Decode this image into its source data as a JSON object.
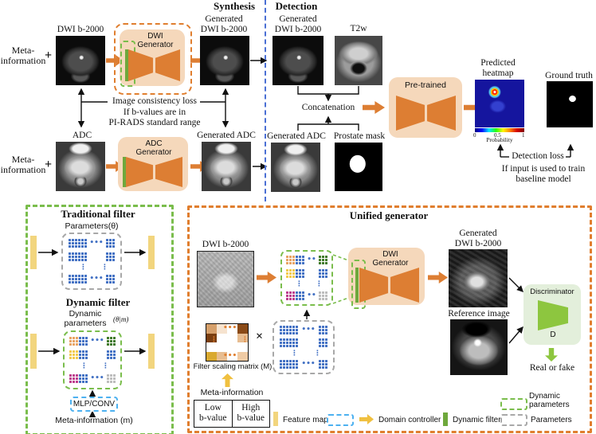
{
  "header": {
    "synthesis": "Synthesis",
    "detection": "Detection"
  },
  "synthesis": {
    "meta_label": "Meta-\ninformation",
    "plus": "+",
    "dwi_label": "DWI b-2000",
    "generator_label": "DWI\nGenerator",
    "generated_dwi_label": "Generated\nDWI b-2000",
    "consistency_loss": "Image consistency loss",
    "condition": "If b-values are in\nPI-RADS standard range",
    "adc_label": "ADC",
    "meta_label2": "Meta-\ninformation",
    "plus2": "+",
    "adc_generator_label": "ADC\nGenerator",
    "generated_adc_label": "Generated ADC"
  },
  "detection": {
    "generated_dwi_label": "Generated\nDWI b-2000",
    "t2w_label": "T2w",
    "concatenation_label": "Concatenation",
    "generated_adc_label": "Generated ADC",
    "prostate_mask_label": "Prostate mask",
    "pretrained_label": "Pre-trained",
    "heatmap_label": "Predicted\nheatmap",
    "ground_truth_label": "Ground truth",
    "colorbar_ticks": [
      "0",
      "0.5",
      "1"
    ],
    "colorbar_label": "Probability",
    "detection_loss": "Detection loss",
    "loss_condition": "If input is used to train\nbaseline model"
  },
  "filter_panel": {
    "traditional_title": "Traditional filter",
    "traditional_params": "Parameters(θ)",
    "dynamic_title": "Dynamic filter",
    "dynamic_params": "Dynamic\nparameters",
    "dynamic_params_sup": "(θ|m)",
    "mlp_conv": "MLP/CONV",
    "meta_info": "Meta-information (m)"
  },
  "unified": {
    "title": "Unified generator",
    "dwi_label": "DWI b-2000",
    "generator_label": "DWI\nGenerator",
    "times": "×",
    "filter_scaling_label": "Filter scaling matrix (M)",
    "meta_info_label": "Meta-information",
    "low_bvalue": "Low\nb-value",
    "high_bvalue": "High\nb-value",
    "generated_dwi_label": "Generated\nDWI b-2000",
    "reference_label": "Reference image",
    "discriminator_title": "Discriminator",
    "discriminator_d": "D",
    "output_label": "Real or fake"
  },
  "legend": {
    "feature_map": "Feature map",
    "domain_controller": "Domain controller",
    "dynamic_filter": "Dynamic filter",
    "parameters": "Parameters",
    "dynamic_parameters": "Dynamic\nparameters"
  },
  "colors": {
    "accent_orange": "#DD7E33",
    "generator_fill": "#F5D8BB",
    "dashed_orange": "#E07E2E",
    "dashed_green": "#7ABD4C",
    "dynamic_filter_green": "#6FA83C",
    "param_blue": "#4472C4",
    "mlp_blue": "#4DB1F0",
    "feature_yellow": "#F2D57E",
    "controller_gold": "#F0C040",
    "discriminator_green": "#8DC63F",
    "discriminator_fill": "#E3EFDB",
    "divider_blue": "#4A6FD4"
  }
}
